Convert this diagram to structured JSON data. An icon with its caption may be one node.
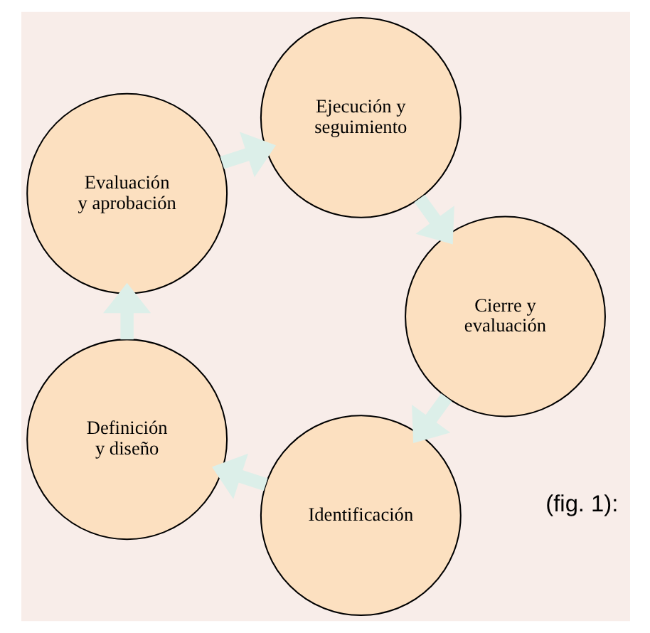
{
  "diagram": {
    "nodes": [
      {
        "text": [
          "Identificación"
        ]
      },
      {
        "text": [
          "Definición y diseño"
        ]
      },
      {
        "text": [
          "Evaluación y aprobación"
        ]
      },
      {
        "text": [
          "Ejecución y seguimiento"
        ]
      },
      {
        "text": [
          "Cierre y evaluación"
        ]
      }
    ],
    "edges": [
      {
        "from": 0,
        "to": 1,
        "arrow": "to"
      },
      {
        "from": 1,
        "to": 2,
        "arrow": "to"
      },
      {
        "from": 2,
        "to": 3,
        "arrow": "to"
      },
      {
        "from": 3,
        "to": 4,
        "arrow": "to"
      },
      {
        "from": 4,
        "to": 0,
        "arrow": "to"
      }
    ],
    "labels": [
      "(fig. 1):"
    ]
  }
}
